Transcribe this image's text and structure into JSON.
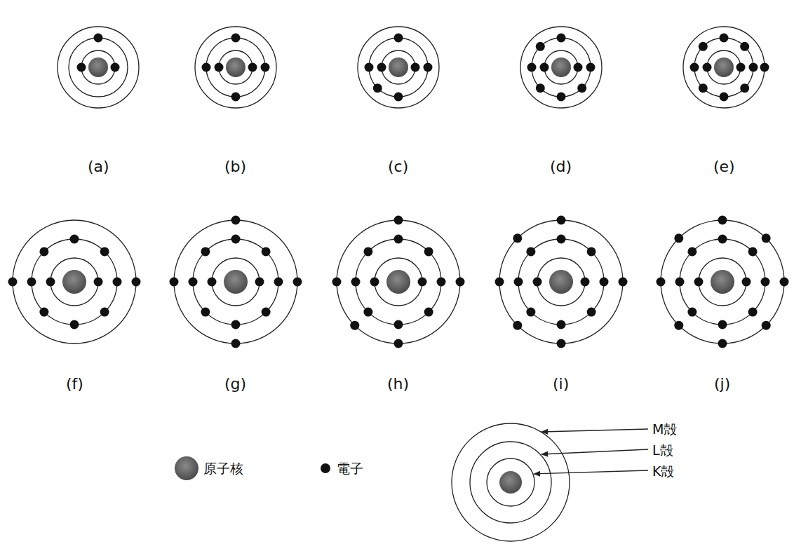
{
  "diagram": {
    "labels": [
      "(a)",
      "(b)",
      "(c)",
      "(d)",
      "(e)",
      "(f)",
      "(g)",
      "(h)",
      "(i)",
      "(j)",
      "M殻",
      "L殻",
      "K殻"
    ],
    "legend": [
      {
        "text": "原子核"
      },
      {
        "text": "電子"
      }
    ]
  }
}
